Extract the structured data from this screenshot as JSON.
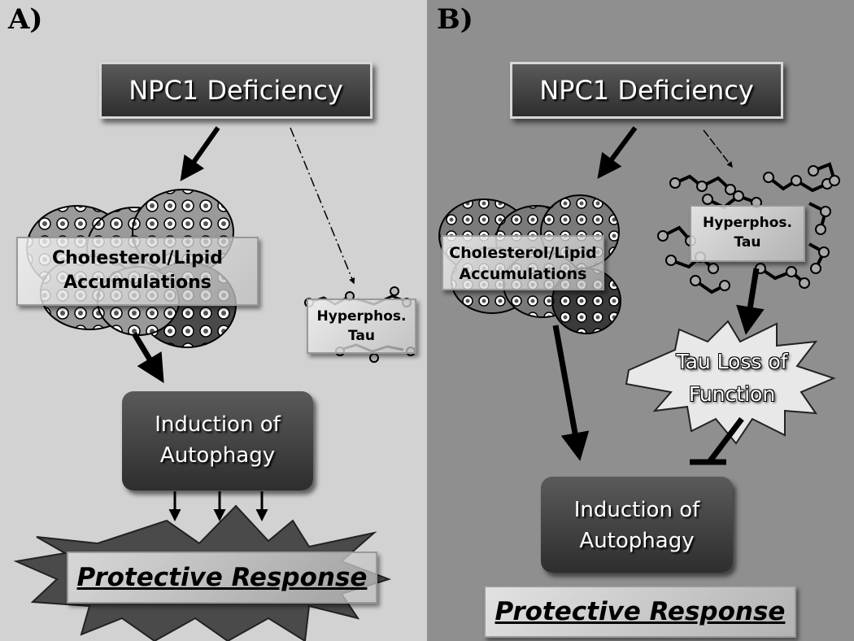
{
  "panel_a": {
    "label": "A)",
    "top_box": "NPC1 Deficiency",
    "accumulation_box": "Cholesterol/Lipid Accumulations",
    "tau_box_line1": "Hyperphos.",
    "tau_box_line2": "Tau",
    "autophagy_line1": "Induction of",
    "autophagy_line2": "Autophagy",
    "outcome": "Protective Response"
  },
  "panel_b": {
    "label": "B)",
    "top_box": "NPC1 Deficiency",
    "accumulation_box": "Cholesterol/Lipid Accumulations",
    "tau_box_line1": "Hyperphos.",
    "tau_box_line2": "Tau",
    "tau_loss_line1": "Tau Loss of",
    "tau_loss_line2": "Function",
    "autophagy_line1": "Induction of",
    "autophagy_line2": "Autophagy",
    "outcome": "Protective Response"
  },
  "colors": {
    "panel_a_bg": "#d2d2d2",
    "panel_b_bg": "#8f8f8f",
    "dark_box": "#3a3a3a"
  }
}
